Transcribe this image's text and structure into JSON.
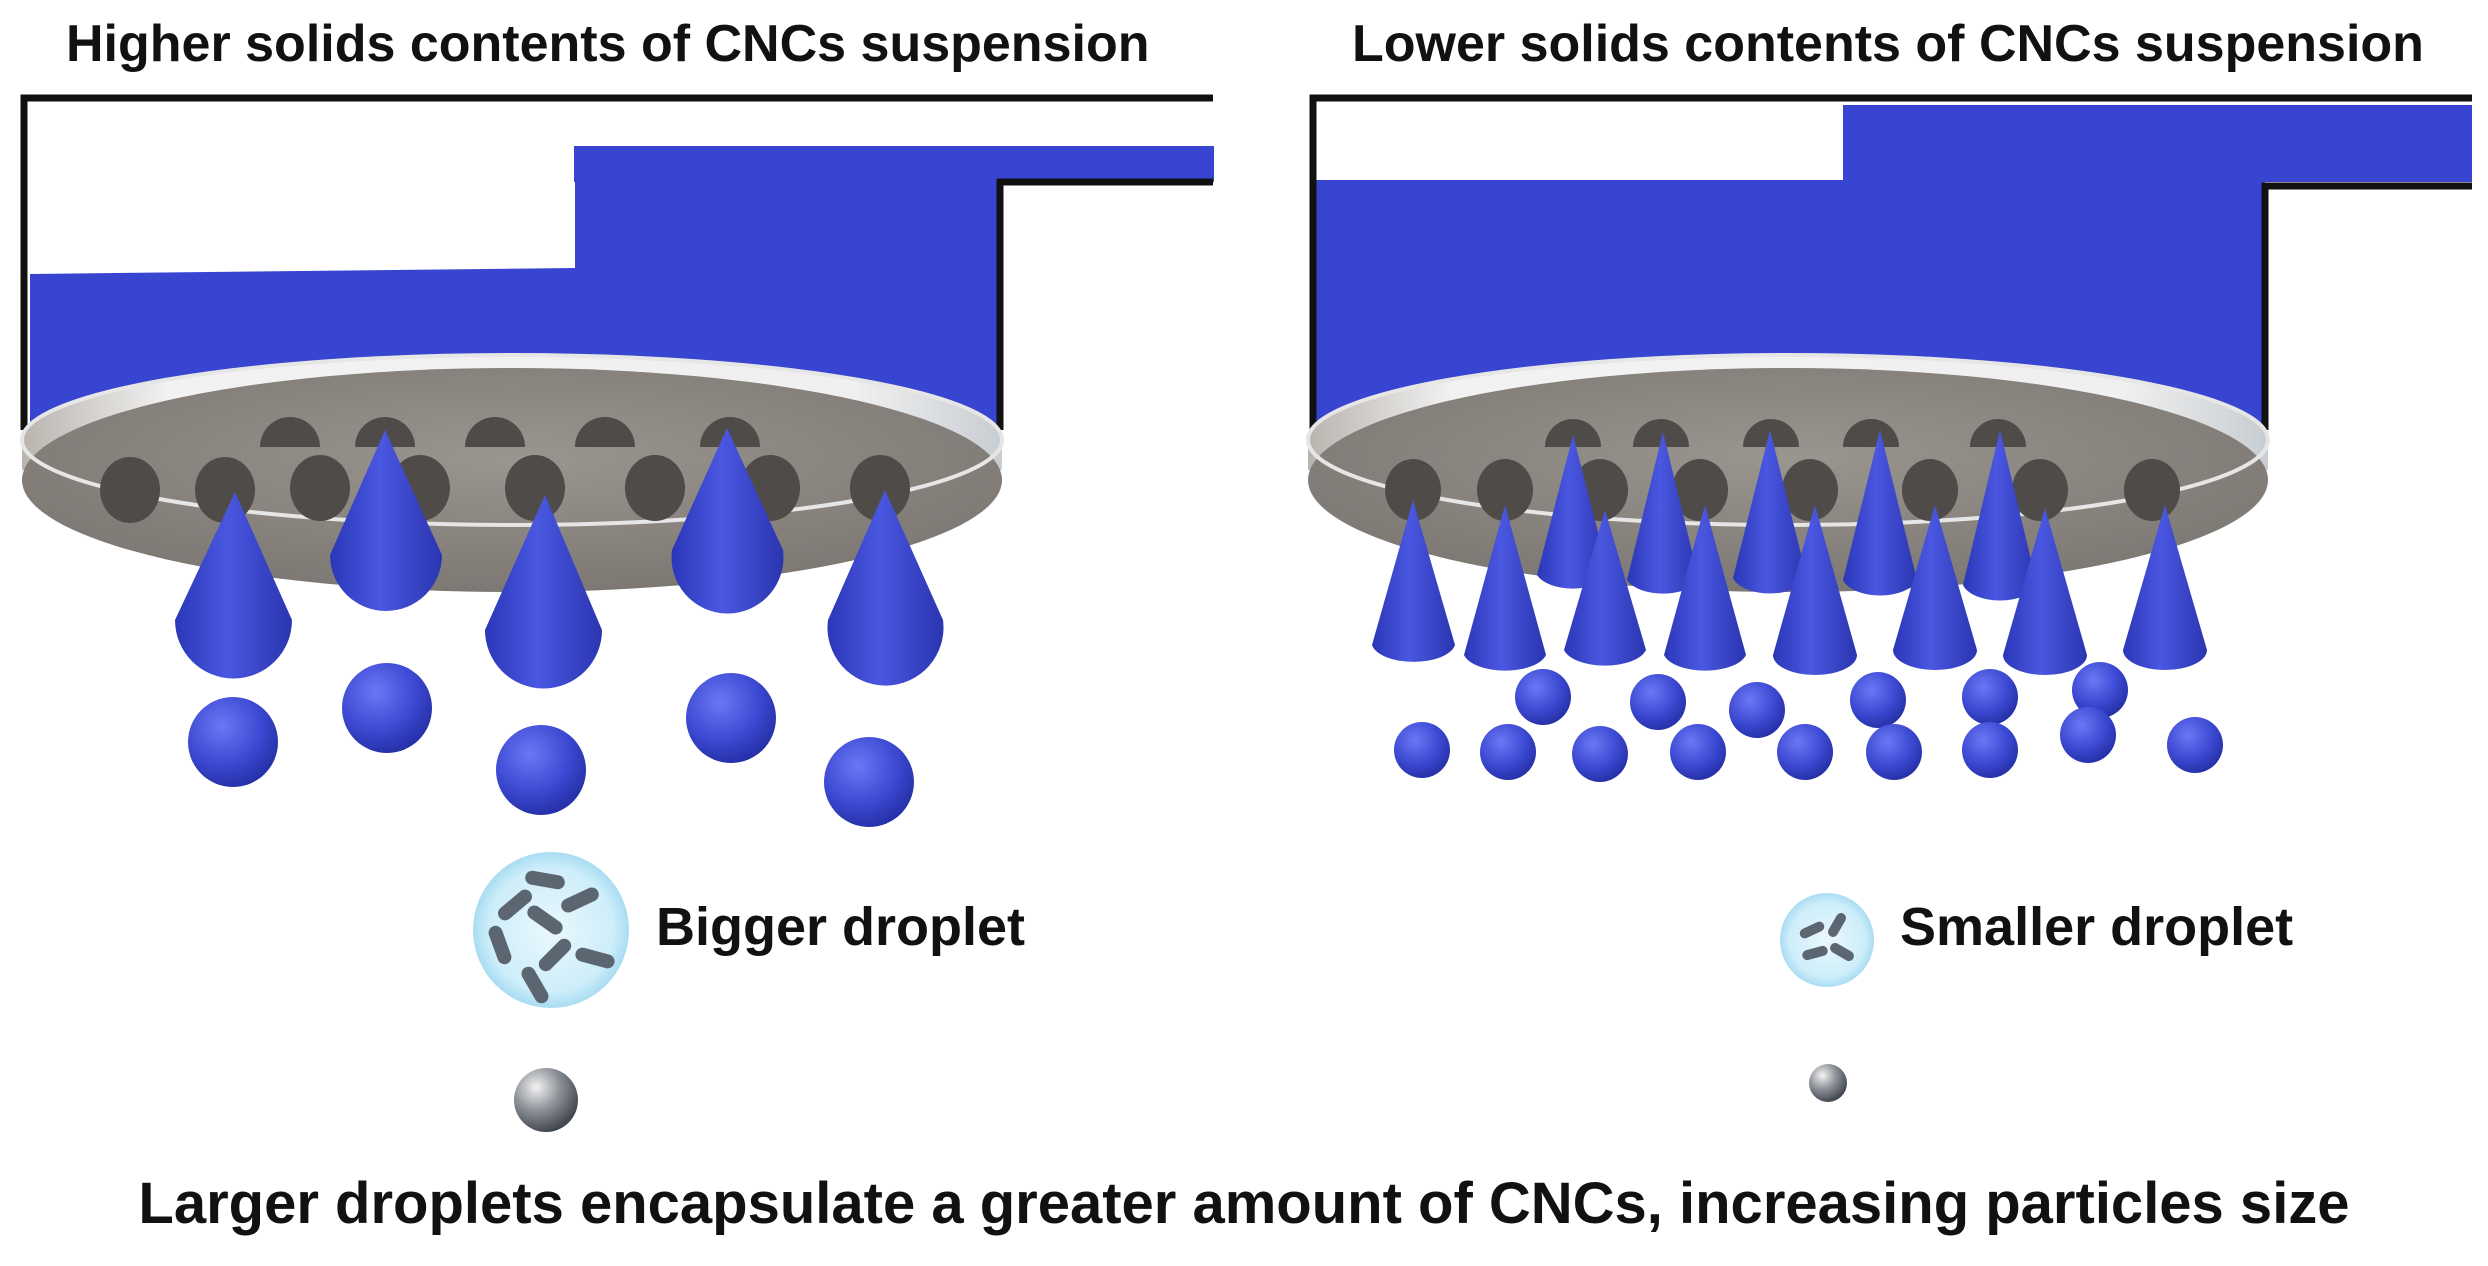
{
  "panels": {
    "left": {
      "title": "Higher solids contents of CNCs suspension"
    },
    "right": {
      "title": "Lower solids contents of CNCs suspension"
    }
  },
  "labels": {
    "bigger_droplet": "Bigger droplet",
    "smaller_droplet": "Smaller droplet"
  },
  "caption": "Larger droplets encapsulate a greater amount of CNCs, increasing particles size",
  "colors": {
    "liquid": "#3745d0",
    "nozzle_plate": "#8a8580",
    "plate_rim": "#dcdcdc",
    "droplet": "#3f4bd6",
    "capsule_halo": "#bfe6f7"
  }
}
